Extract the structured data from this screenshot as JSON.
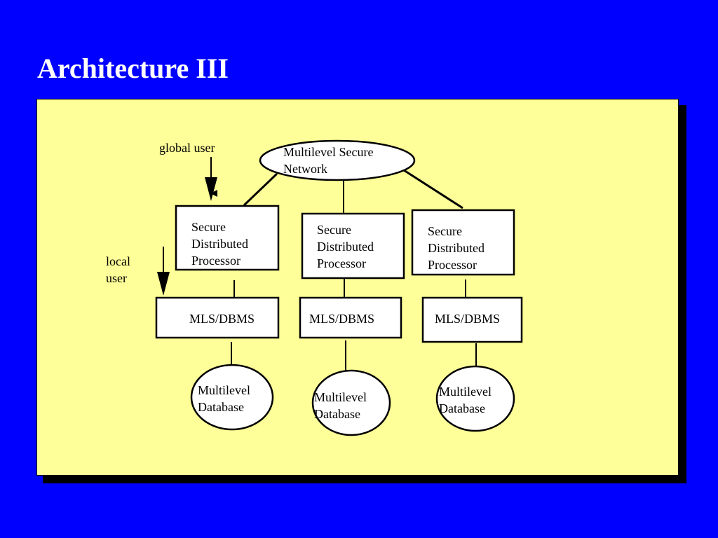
{
  "slide": {
    "title": "Architecture III"
  },
  "diagram": {
    "network_label": "Multilevel Secure\nNetwork",
    "global_user": "global user",
    "local_user": "local\nuser",
    "processors": [
      {
        "label": "Secure\nDistributed\nProcessor"
      },
      {
        "label": "Secure\nDistributed\nProcessor"
      },
      {
        "label": "Secure\nDistributed\nProcessor"
      }
    ],
    "dbms": [
      {
        "label": "MLS/DBMS"
      },
      {
        "label": "MLS/DBMS"
      },
      {
        "label": "MLS/DBMS"
      }
    ],
    "databases": [
      {
        "label": "Multilevel\nDatabase"
      },
      {
        "label": "Multilevel\nDatabase"
      },
      {
        "label": "Multilevel\nDatabase"
      }
    ]
  }
}
